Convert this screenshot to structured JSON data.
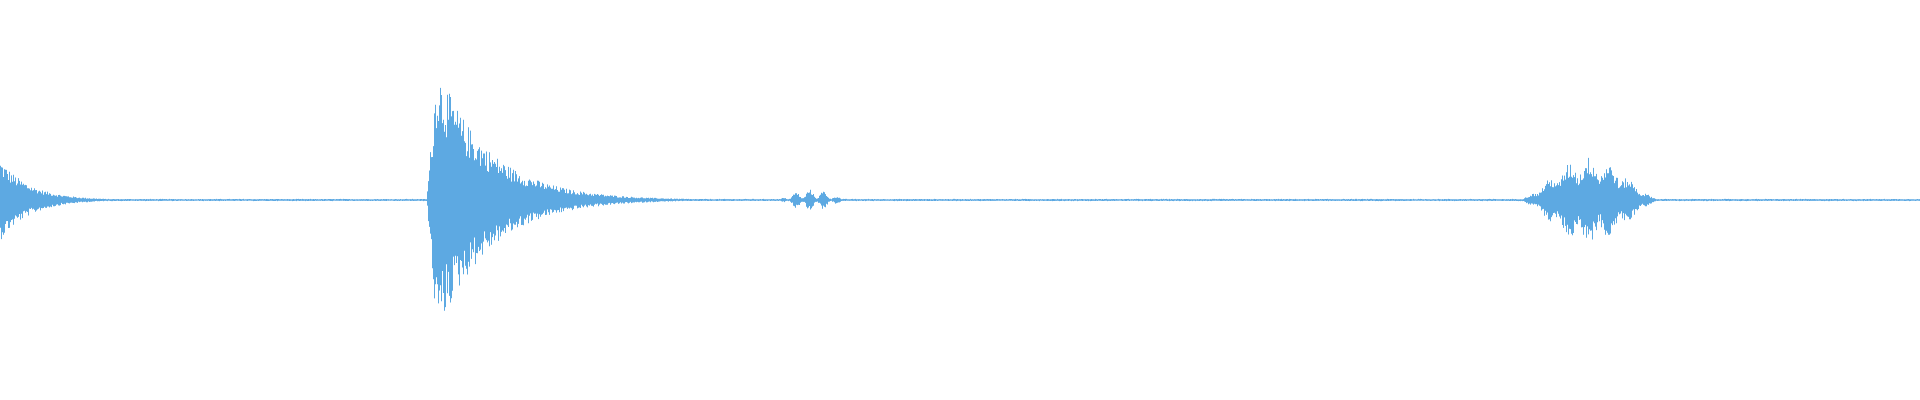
{
  "waveform": {
    "color": "#5da9e2",
    "background": "#ffffff",
    "segments": [
      {
        "kind": "decay-start",
        "start": 0.0,
        "end": 0.07,
        "peak": 0.3
      },
      {
        "kind": "transient",
        "start": 0.222,
        "end": 0.4,
        "peak": 1.0
      },
      {
        "kind": "burst",
        "start": 0.405,
        "end": 0.44,
        "peak": 0.08
      },
      {
        "kind": "swell",
        "start": 0.79,
        "end": 0.865,
        "peak": 0.32
      }
    ],
    "baseline_noise": 0.008
  }
}
